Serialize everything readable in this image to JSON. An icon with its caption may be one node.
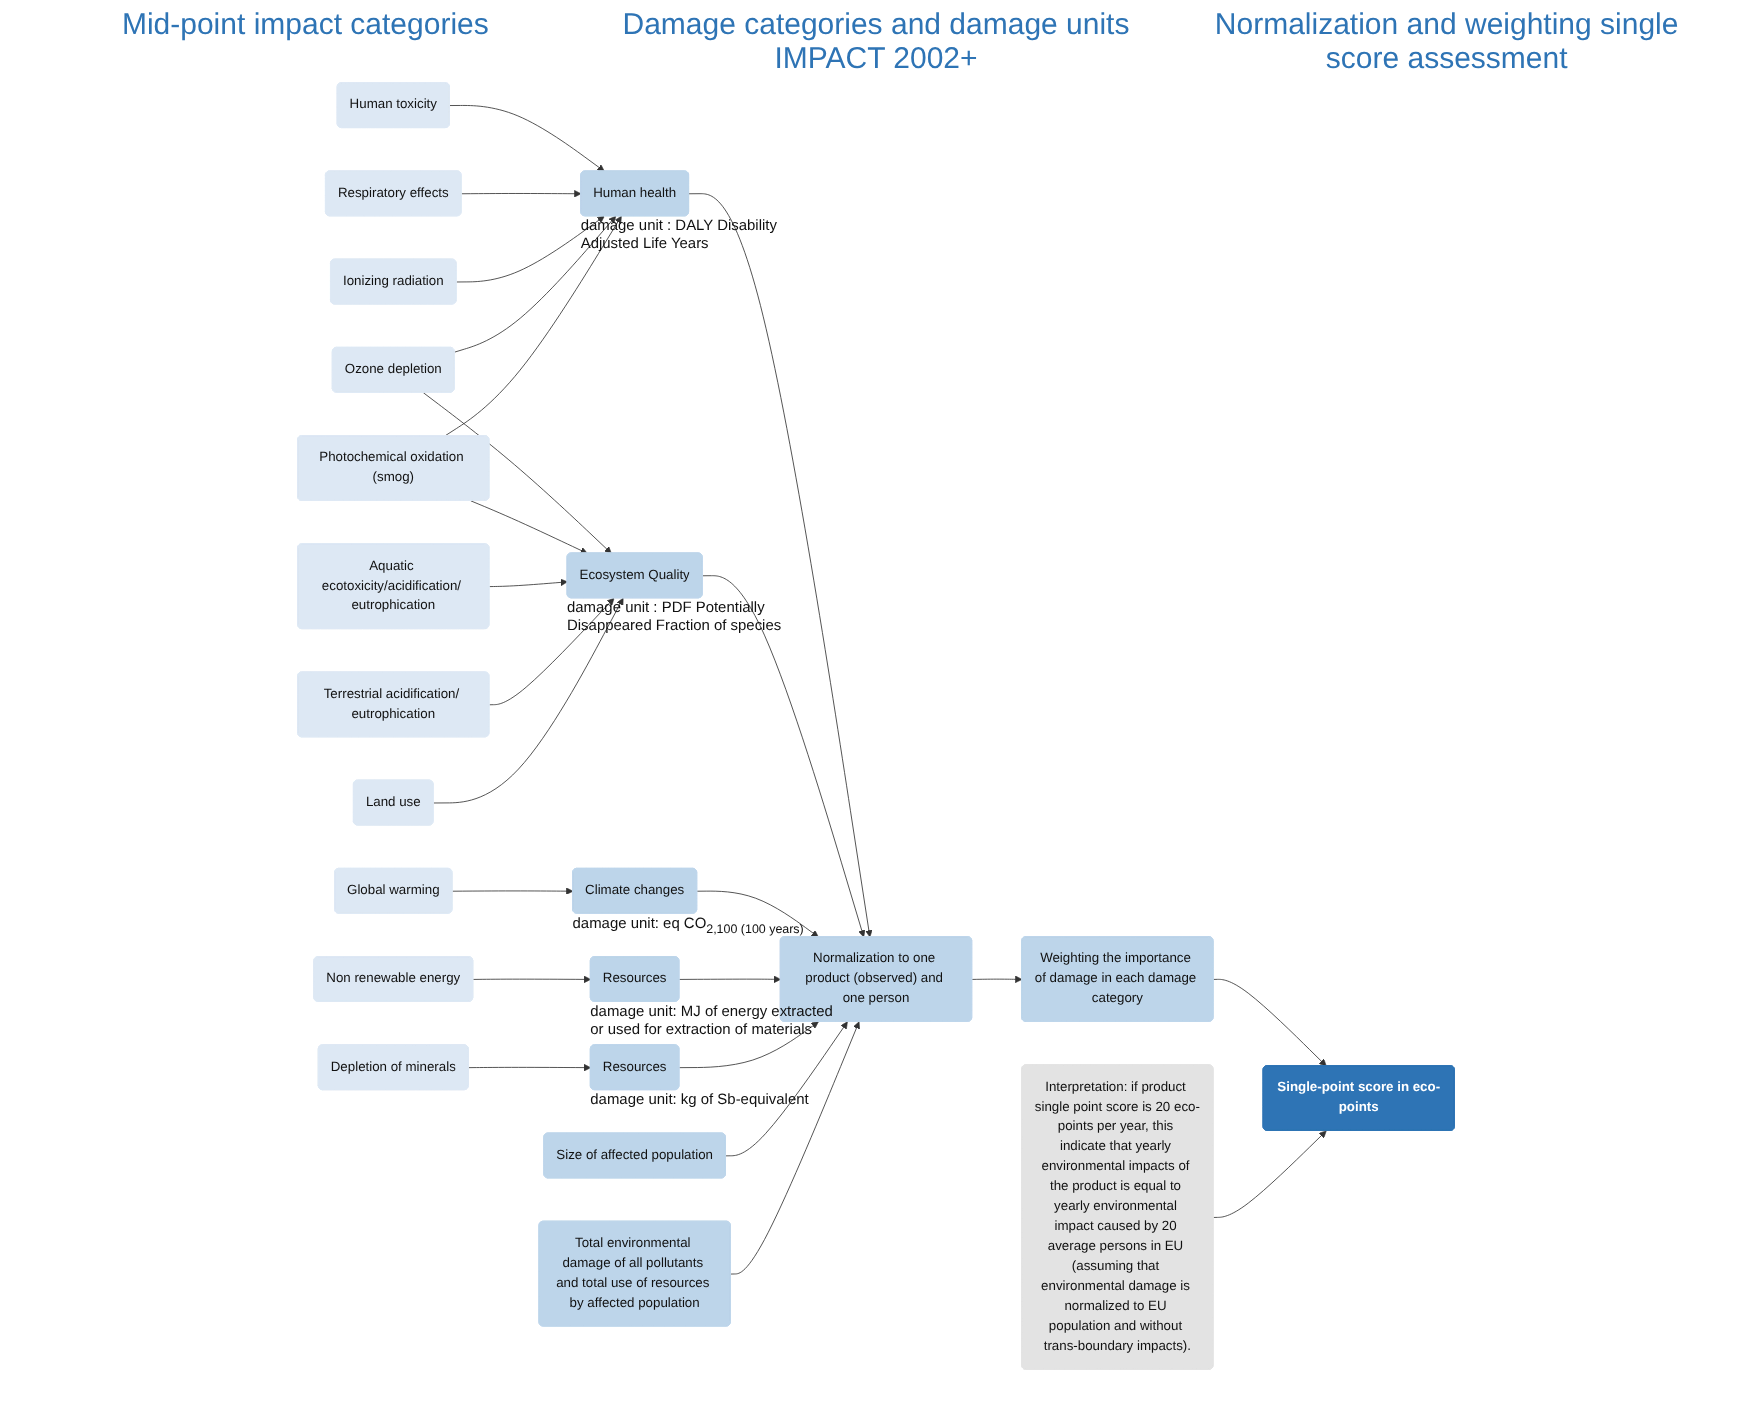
{
  "diagram": {
    "nodes": [
      {
        "text": [
          "Human toxicity"
        ]
      },
      {
        "text": [
          "Respiratory effects"
        ]
      },
      {
        "text": [
          "Ionizing radiation"
        ]
      },
      {
        "text": [
          "Ozone depletion"
        ]
      },
      {
        "text": [
          "Photochemical oxidation (smog)"
        ]
      },
      {
        "text": [
          "Aquatic ecotoxicity/acidification/ eutrophication"
        ]
      },
      {
        "text": [
          "Terrestrial acidification/ eutrophication"
        ]
      },
      {
        "text": [
          "Land use"
        ]
      },
      {
        "text": [
          "Global warming"
        ]
      },
      {
        "text": [
          "Non renewable energy"
        ]
      },
      {
        "text": [
          "Depletion of minerals"
        ]
      },
      {
        "text": [
          "Human health"
        ],
        "beside": [
          "damage unit : DALY Disability Adjusted Life Years"
        ]
      },
      {
        "text": [
          "Ecosystem Quality"
        ],
        "beside": [
          "damage unit : PDF Potentially Disappeared Fraction of species"
        ]
      },
      {
        "text": [
          "Climate changes"
        ],
        "beside": [
          "damage unit: eq CO$_{2,100 (100 years)}$"
        ]
      },
      {
        "text": [
          "Resources"
        ],
        "beside": [
          "damage unit: MJ of energy extracted or used for extraction of materials"
        ]
      },
      {
        "text": [
          "Resources"
        ],
        "beside": [
          "damage unit: kg of Sb-equivalent"
        ]
      },
      {
        "text": [
          "Size of affected population"
        ]
      },
      {
        "text": [
          "Total environmental damage of all pollutants and total use of resources by affected population"
        ]
      },
      {
        "text": [
          "Normalization to one product (observed) and one person"
        ]
      },
      {
        "text": [
          "Weighting the importance of damage in each damage category"
        ]
      },
      {
        "text": [
          "Single-point score in eco-points"
        ]
      },
      {
        "text": [
          "Interpretation: if product single point score is 20 eco-points per year, this indicate that yearly environmental impacts of the product is equal to yearly environmental impact caused by 20 average persons in EU (assuming that environmental damage is normalized to EU population and without trans-boundary impacts)."
        ]
      }
    ],
    "edges": [
      {
        "from": 0,
        "to": 11,
        "arrow": "to"
      },
      {
        "from": 1,
        "to": 11,
        "arrow": "to"
      },
      {
        "from": 2,
        "to": 11,
        "arrow": "to"
      },
      {
        "from": 3,
        "to": 11,
        "arrow": "to"
      },
      {
        "from": 4,
        "to": 11,
        "arrow": "to"
      },
      {
        "from": 3,
        "to": 12,
        "arrow": "to"
      },
      {
        "from": 4,
        "to": 12,
        "arrow": "to"
      },
      {
        "from": 5,
        "to": 12,
        "arrow": "to"
      },
      {
        "from": 6,
        "to": 12,
        "arrow": "to"
      },
      {
        "from": 7,
        "to": 12,
        "arrow": "to"
      },
      {
        "from": 8,
        "to": 13,
        "arrow": "to"
      },
      {
        "from": 9,
        "to": 14,
        "arrow": "to"
      },
      {
        "from": 10,
        "to": 15,
        "arrow": "to"
      },
      {
        "from": 11,
        "to": 18,
        "arrow": "to"
      },
      {
        "from": 12,
        "to": 18,
        "arrow": "to"
      },
      {
        "from": 13,
        "to": 18,
        "arrow": "to"
      },
      {
        "from": 14,
        "to": 18,
        "arrow": "to"
      },
      {
        "from": 15,
        "to": 18,
        "arrow": "to"
      },
      {
        "from": 16,
        "to": 18,
        "arrow": "to"
      },
      {
        "from": 17,
        "to": 18,
        "arrow": "to"
      },
      {
        "from": 18,
        "to": 19,
        "arrow": "to"
      },
      {
        "from": 19,
        "to": 20,
        "arrow": "to"
      },
      {
        "from": 21,
        "to": 20,
        "arrow": "to"
      }
    ],
    "labels": [
      "Mid-point impact categories",
      "Damage categories and damage units IMPACT 2002+",
      "Normalization and weighting single score assessment"
    ]
  }
}
